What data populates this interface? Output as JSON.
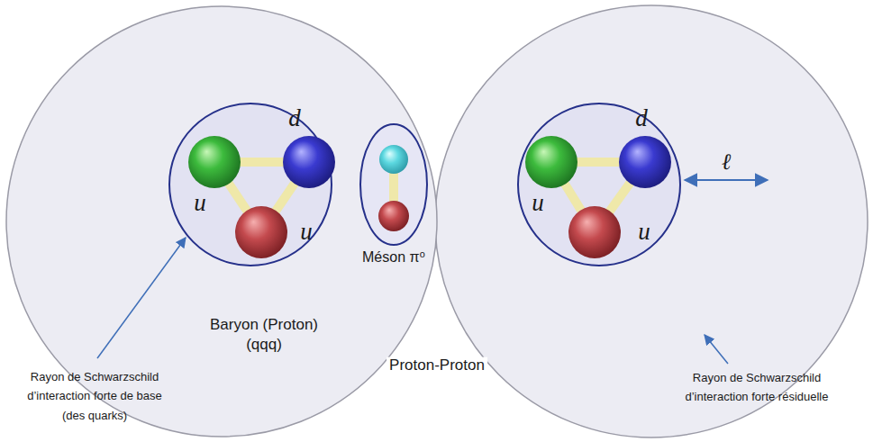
{
  "diagram": {
    "nodes": [
      {
        "text": [
          "Baryon (Proton)",
          "(qqq)"
        ]
      },
      {
        "text": [
          "Méson π⁰"
        ]
      }
    ],
    "labels": [
      "d",
      "u",
      "u",
      "d",
      "u",
      "u",
      "ℓ",
      "Proton-Proton",
      "Rayon de Schwarzschild d’interaction forte de base (des quarks)",
      "Rayon de Schwarzschild d’interaction forte résiduelle"
    ]
  }
}
